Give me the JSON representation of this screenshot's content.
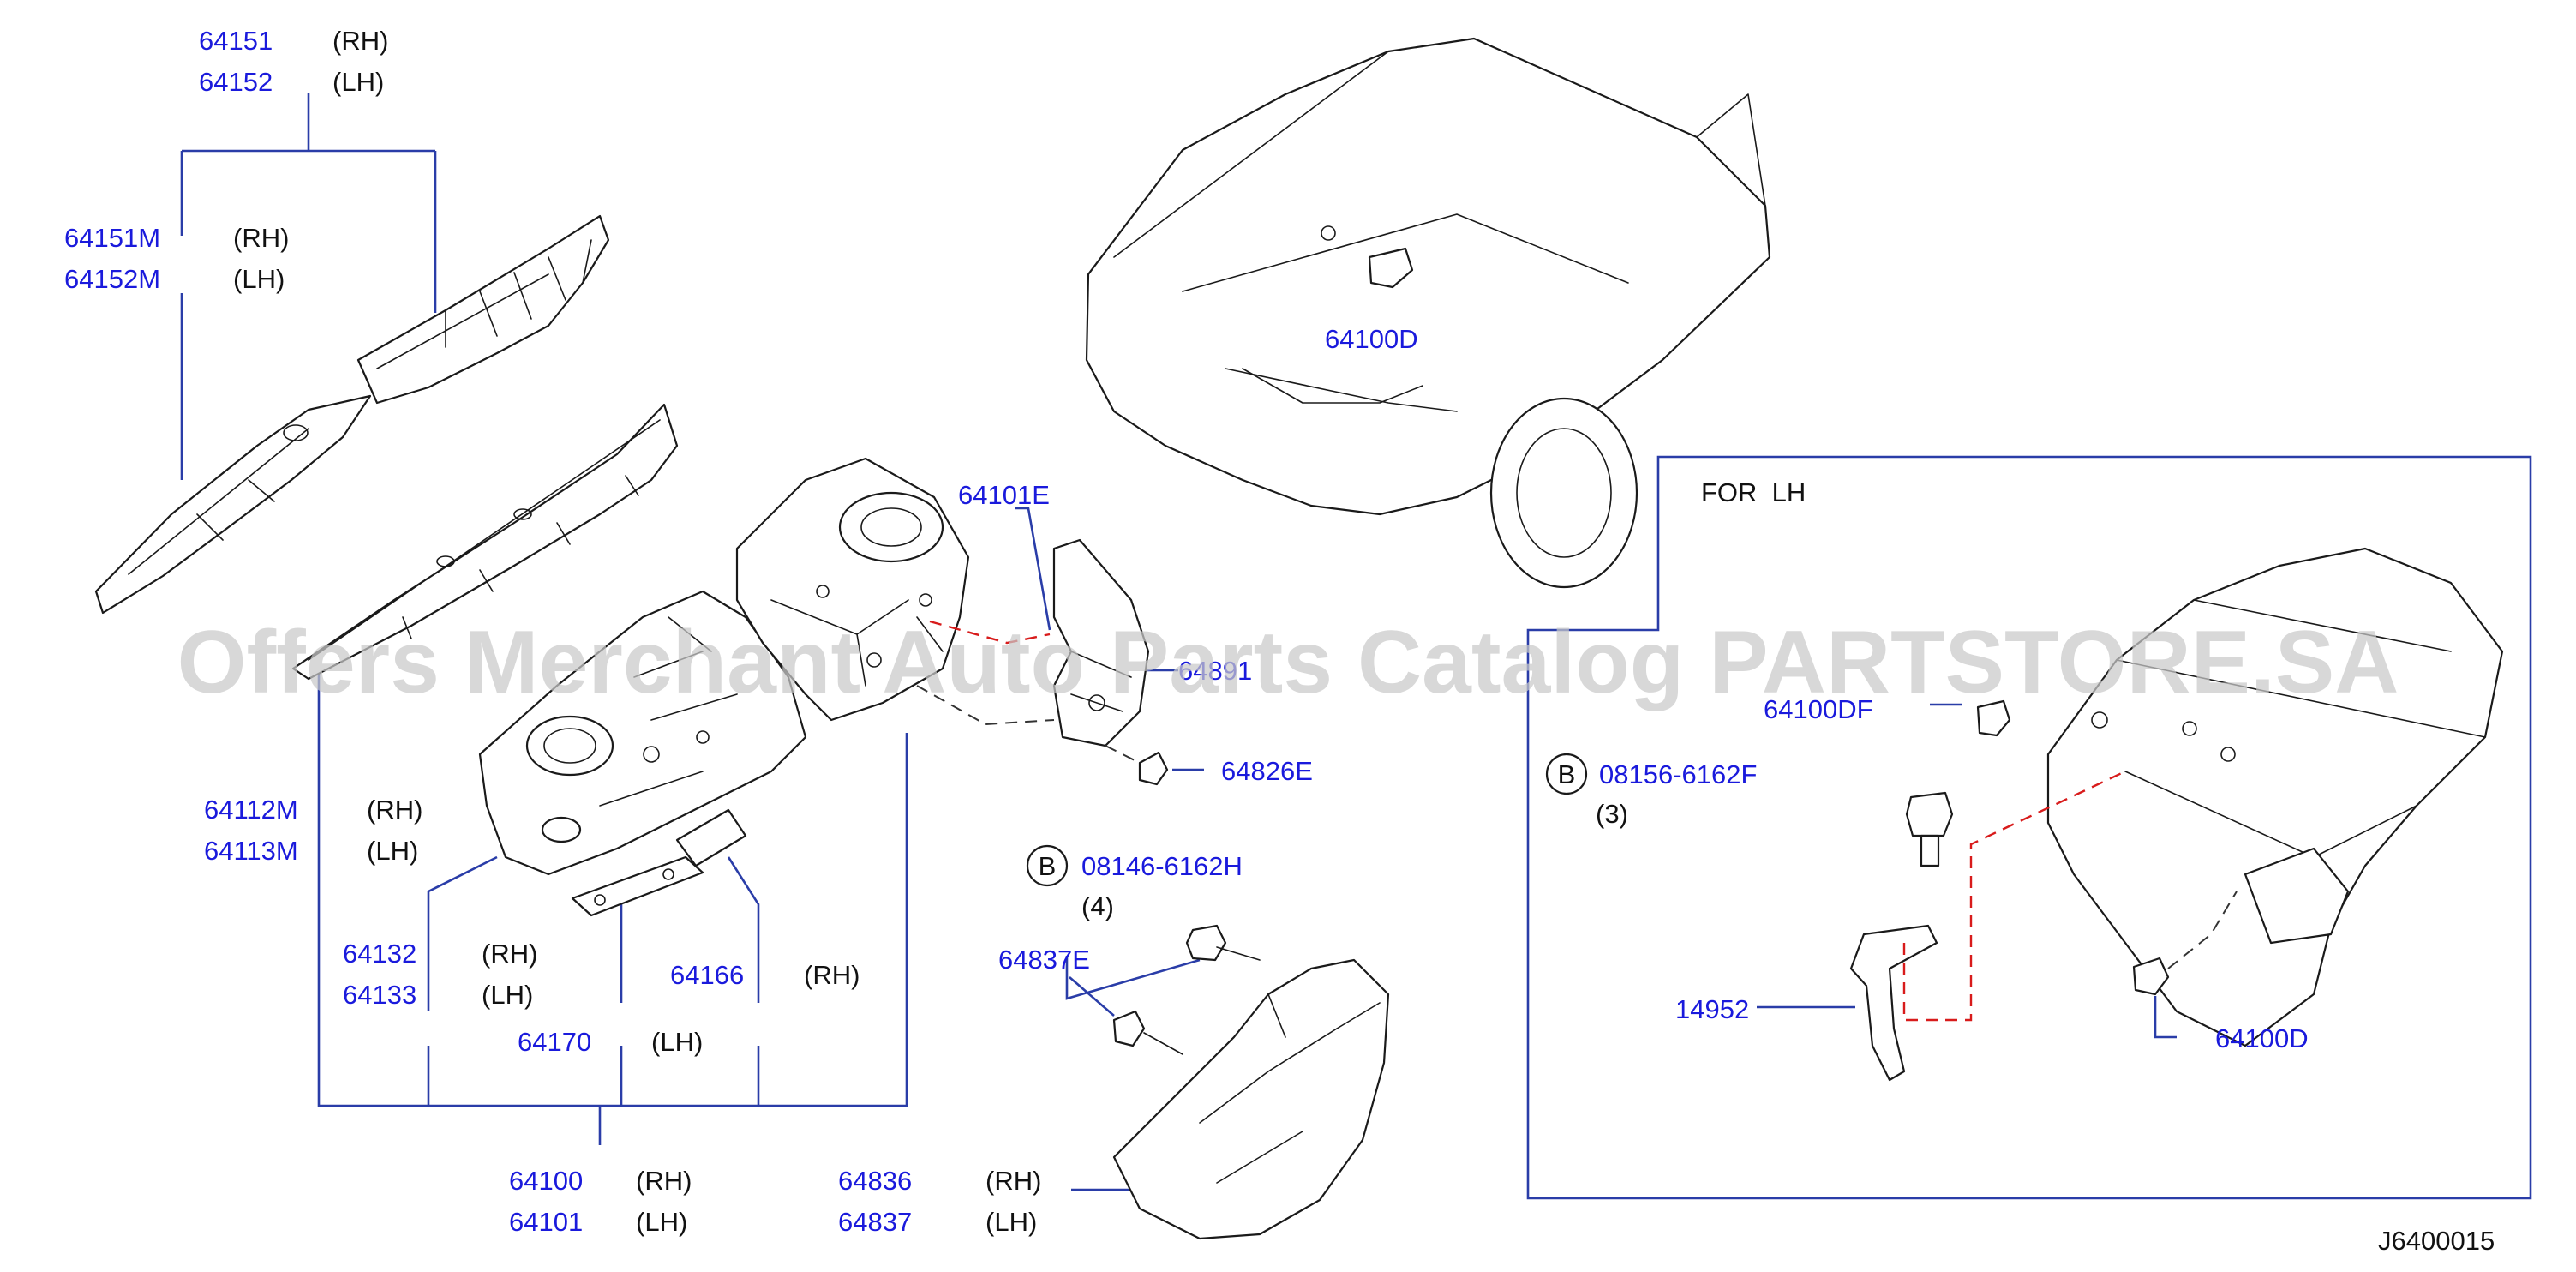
{
  "labels": {
    "p64151": "64151",
    "p64152": "64152",
    "p64151M": "64151M",
    "p64152M": "64152M",
    "p64112M": "64112M",
    "p64113M": "64113M",
    "p64132": "64132",
    "p64133": "64133",
    "p64166": "64166",
    "p64170": "64170",
    "p64100": "64100",
    "p64101": "64101",
    "p64836": "64836",
    "p64837": "64837",
    "p64101E": "64101E",
    "p64891": "64891",
    "p64826E": "64826E",
    "p64837E": "64837E",
    "p08146": "08146-6162H",
    "q08146": "(4)",
    "p64100D_top": "64100D",
    "p64100DF": "64100DF",
    "p08156": "08156-6162F",
    "q08156": "(3)",
    "p14952": "14952",
    "p64100D_inset": "64100D"
  },
  "sides": {
    "rh": "(RH)",
    "lh": "(LH)"
  },
  "bolt_marker": "B",
  "inset_title": "FOR  LH",
  "diagram_id": "J6400015",
  "watermark": "Offers Merchant Auto Parts Catalog PARTSTORE.SA",
  "colors": {
    "part_number": "#1a1adc",
    "leader": "#2a3da8",
    "dashed_hint": "#d81b1b"
  }
}
